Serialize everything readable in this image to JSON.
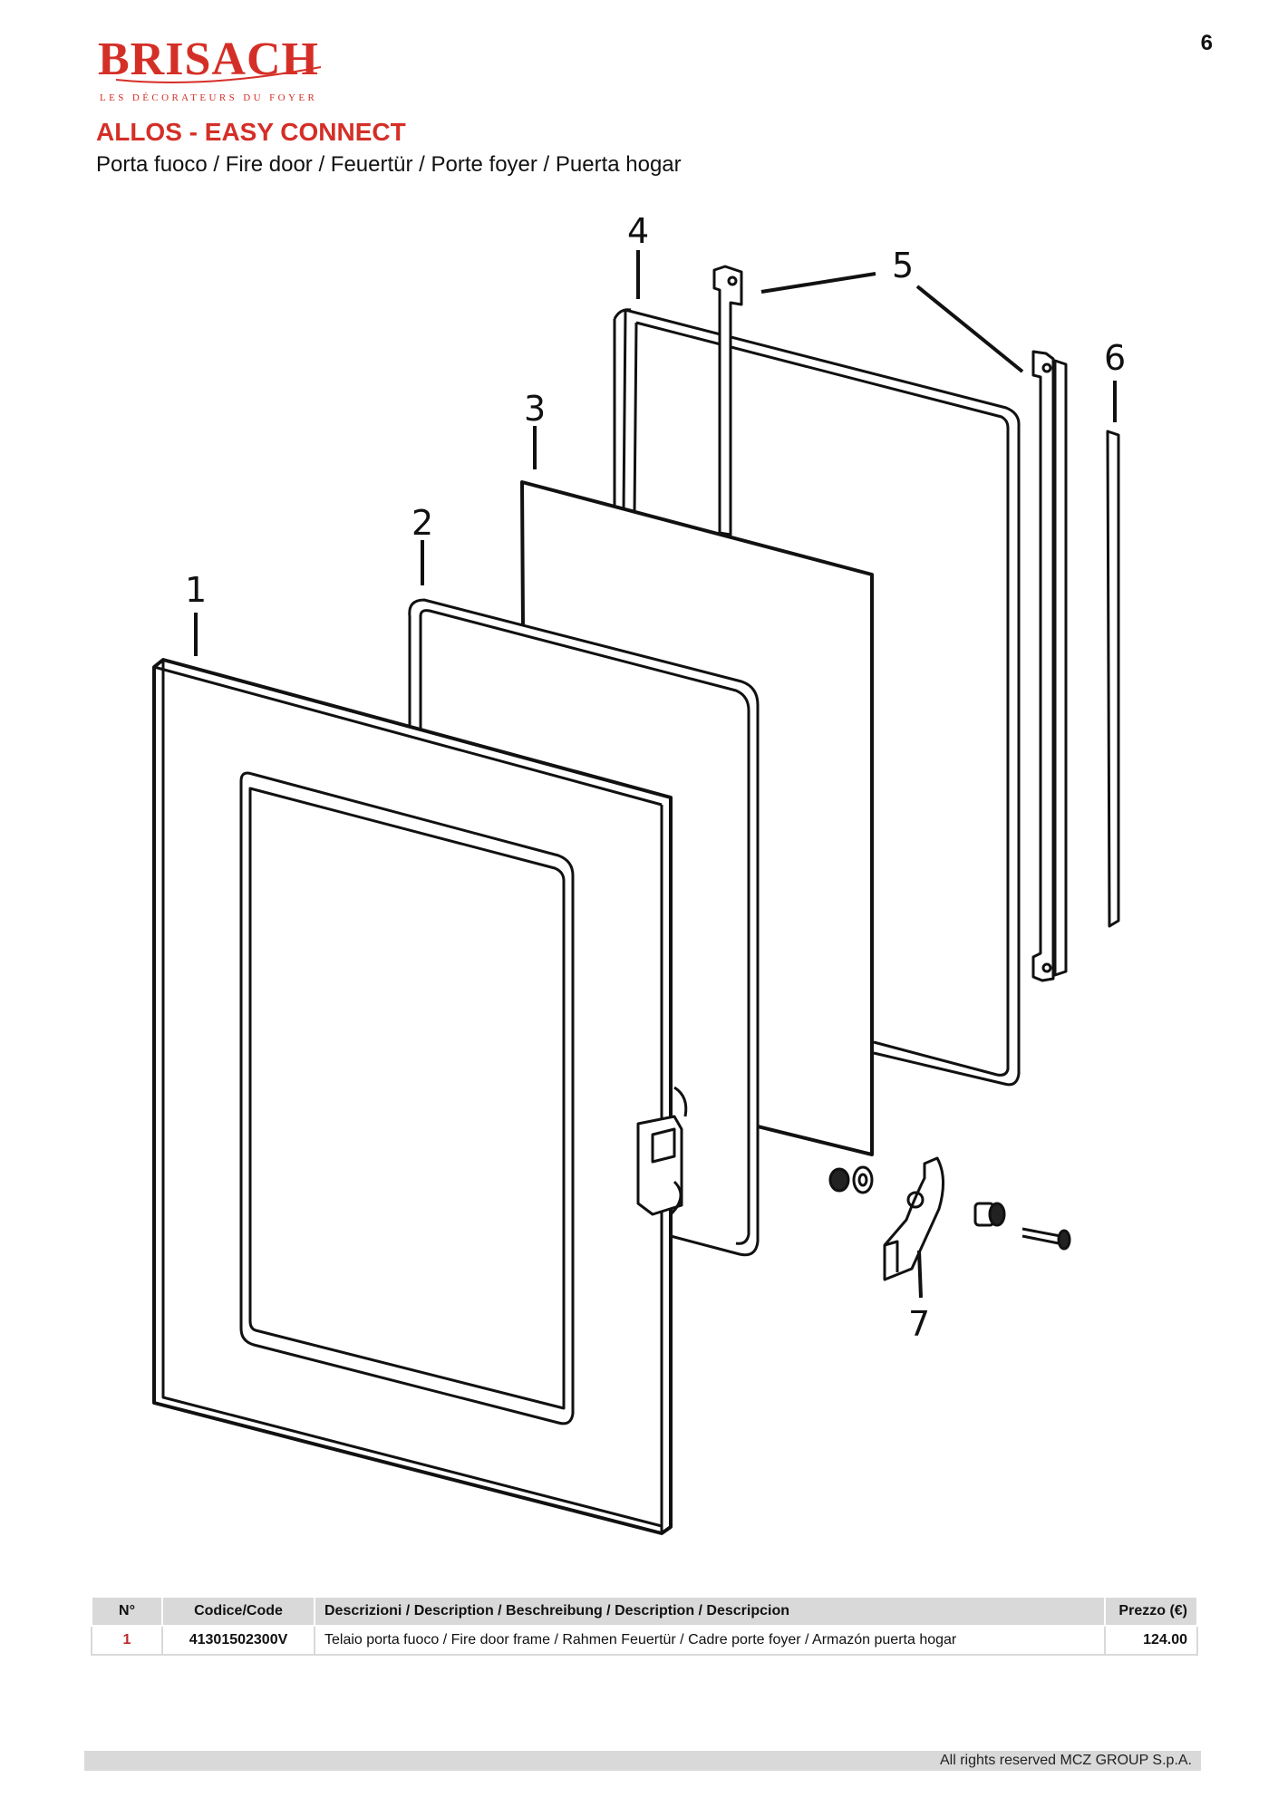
{
  "page_number": "6",
  "brand": {
    "name": "BRISACH",
    "tagline": "LES DÉCORATEURS DU FOYER",
    "color": "#d42f27"
  },
  "title": "ALLOS - EASY CONNECT",
  "subtitle": "Porta fuoco / Fire door / Feuertür / Porte foyer / Puerta hogar",
  "drawing": {
    "callouts": [
      "1",
      "2",
      "3",
      "4",
      "5",
      "6",
      "7"
    ]
  },
  "table": {
    "headers": {
      "n": "N°",
      "code": "Codice/Code",
      "description": "Descrizioni / Description / Beschreibung / Description / Descripcion",
      "price": "Prezzo (€)"
    },
    "rows": [
      {
        "n": "1",
        "code": "41301502300V",
        "description": "Telaio porta fuoco / Fire door frame / Rahmen Feuertür / Cadre porte foyer / Armazón puerta hogar",
        "price": "124.00"
      }
    ]
  },
  "footer": "All rights reserved MCZ GROUP S.p.A."
}
